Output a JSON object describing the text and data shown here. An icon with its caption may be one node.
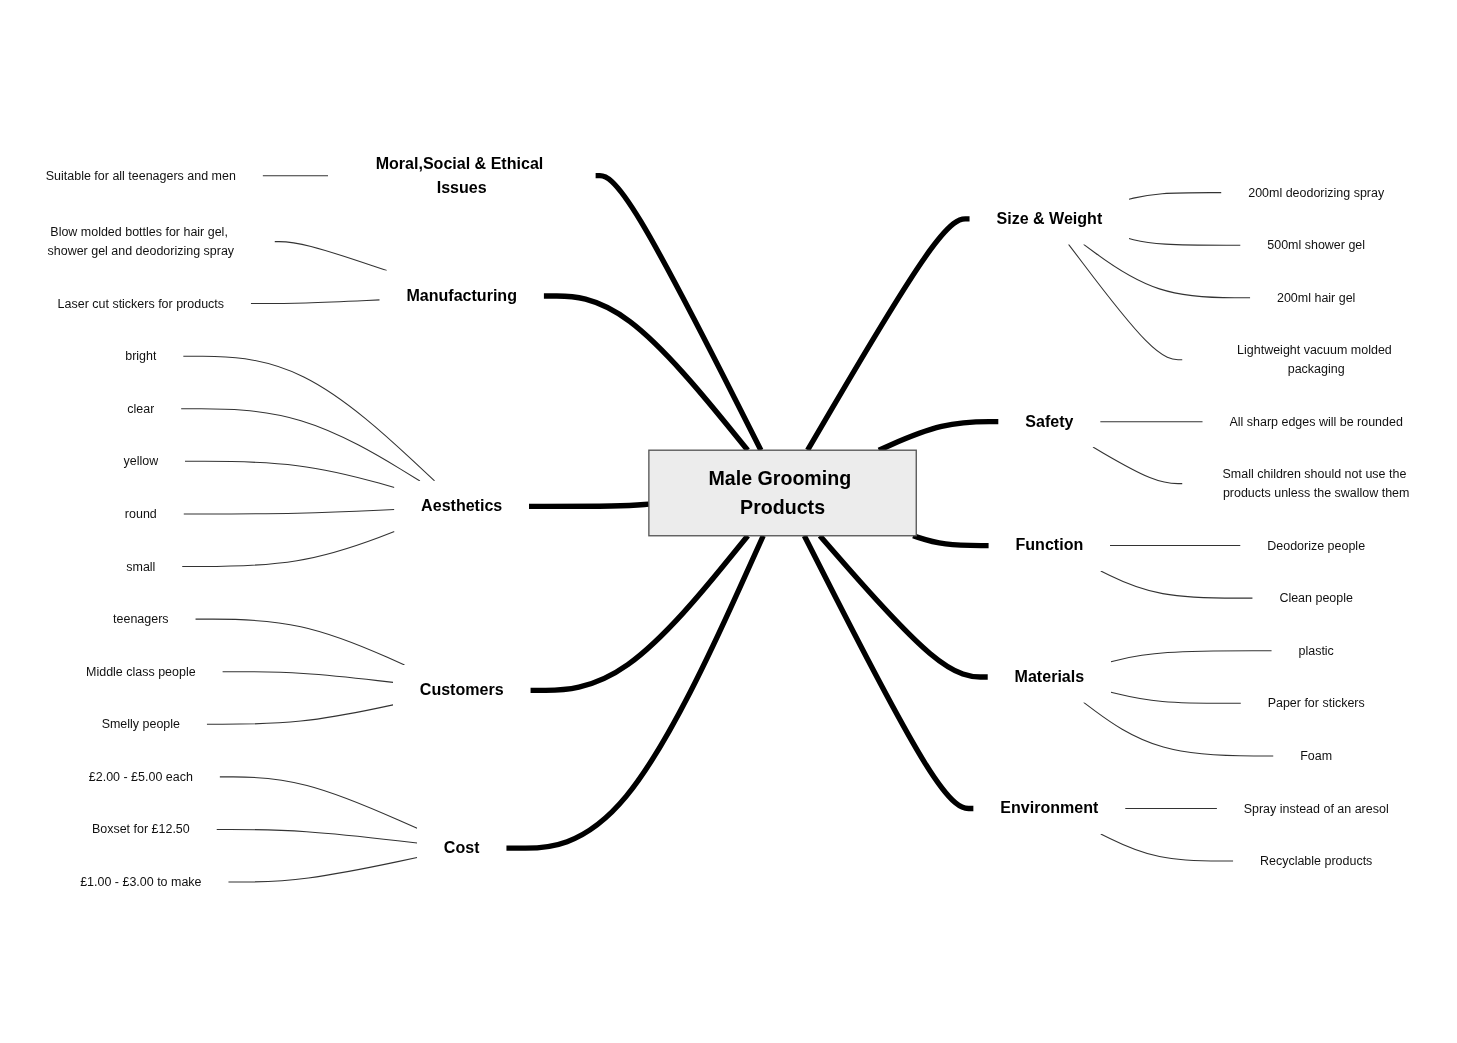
{
  "diagram": {
    "nodes": [
      {
        "text": [
          "Male Grooming Products"
        ]
      },
      {
        "text": [
          "Moral,Social & Ethical Issues"
        ]
      },
      {
        "text": [
          "Suitable for all teenagers and men"
        ]
      },
      {
        "text": [
          "Manufacturing"
        ]
      },
      {
        "text": [
          "Blow molded bottles for hair gel, shower gel and deodorizing spray"
        ]
      },
      {
        "text": [
          "Laser cut stickers for products"
        ]
      },
      {
        "text": [
          "Aesthetics"
        ]
      },
      {
        "text": [
          "bright"
        ]
      },
      {
        "text": [
          "clear"
        ]
      },
      {
        "text": [
          "yellow"
        ]
      },
      {
        "text": [
          "round"
        ]
      },
      {
        "text": [
          "small"
        ]
      },
      {
        "text": [
          "Customers"
        ]
      },
      {
        "text": [
          "teenagers"
        ]
      },
      {
        "text": [
          "Middle class people"
        ]
      },
      {
        "text": [
          "Smelly people"
        ]
      },
      {
        "text": [
          "Cost"
        ]
      },
      {
        "text": [
          "£2.00 - £5.00 each"
        ]
      },
      {
        "text": [
          "Boxset for £12.50"
        ]
      },
      {
        "text": [
          "£1.00 - £3.00 to make"
        ]
      },
      {
        "text": [
          "Size & Weight"
        ]
      },
      {
        "text": [
          "200ml deodorizing spray"
        ]
      },
      {
        "text": [
          "500ml shower gel"
        ]
      },
      {
        "text": [
          "200ml hair gel"
        ]
      },
      {
        "text": [
          "Lightweight vacuum molded packaging"
        ]
      },
      {
        "text": [
          "Safety"
        ]
      },
      {
        "text": [
          "All sharp edges will be rounded"
        ]
      },
      {
        "text": [
          "Small children should not use the products unless the swallow them"
        ]
      },
      {
        "text": [
          "Function"
        ]
      },
      {
        "text": [
          "Deodorize people"
        ]
      },
      {
        "text": [
          "Clean people"
        ]
      },
      {
        "text": [
          "Materials"
        ]
      },
      {
        "text": [
          "plastic"
        ]
      },
      {
        "text": [
          "Paper for stickers"
        ]
      },
      {
        "text": [
          "Foam"
        ]
      },
      {
        "text": [
          "Environment"
        ]
      },
      {
        "text": [
          "Spray instead of an aresol"
        ]
      },
      {
        "text": [
          "Recyclable products"
        ]
      }
    ],
    "edges": [
      {
        "from": 1,
        "to": 0,
        "arrow": "none",
        "style": "thick"
      },
      {
        "from": 2,
        "to": 1,
        "arrow": "none"
      },
      {
        "from": 3,
        "to": 0,
        "arrow": "none",
        "style": "thick"
      },
      {
        "from": 4,
        "to": 3,
        "arrow": "none"
      },
      {
        "from": 5,
        "to": 3,
        "arrow": "none"
      },
      {
        "from": 6,
        "to": 0,
        "arrow": "none",
        "style": "thick"
      },
      {
        "from": 7,
        "to": 6,
        "arrow": "none"
      },
      {
        "from": 8,
        "to": 6,
        "arrow": "none"
      },
      {
        "from": 9,
        "to": 6,
        "arrow": "none"
      },
      {
        "from": 10,
        "to": 6,
        "arrow": "none"
      },
      {
        "from": 11,
        "to": 6,
        "arrow": "none"
      },
      {
        "from": 12,
        "to": 0,
        "arrow": "none",
        "style": "thick"
      },
      {
        "from": 13,
        "to": 12,
        "arrow": "none"
      },
      {
        "from": 14,
        "to": 12,
        "arrow": "none"
      },
      {
        "from": 15,
        "to": 12,
        "arrow": "none"
      },
      {
        "from": 16,
        "to": 0,
        "arrow": "none",
        "style": "thick"
      },
      {
        "from": 17,
        "to": 16,
        "arrow": "none"
      },
      {
        "from": 18,
        "to": 16,
        "arrow": "none"
      },
      {
        "from": 19,
        "to": 16,
        "arrow": "none"
      },
      {
        "from": 0,
        "to": 20,
        "arrow": "none",
        "style": "thick"
      },
      {
        "from": 20,
        "to": 21,
        "arrow": "none"
      },
      {
        "from": 20,
        "to": 22,
        "arrow": "none"
      },
      {
        "from": 20,
        "to": 23,
        "arrow": "none"
      },
      {
        "from": 20,
        "to": 24,
        "arrow": "none"
      },
      {
        "from": 0,
        "to": 25,
        "arrow": "none",
        "style": "thick"
      },
      {
        "from": 25,
        "to": 26,
        "arrow": "none"
      },
      {
        "from": 25,
        "to": 27,
        "arrow": "none"
      },
      {
        "from": 0,
        "to": 28,
        "arrow": "none",
        "style": "thick"
      },
      {
        "from": 28,
        "to": 29,
        "arrow": "none"
      },
      {
        "from": 28,
        "to": 30,
        "arrow": "none"
      },
      {
        "from": 0,
        "to": 31,
        "arrow": "none",
        "style": "thick"
      },
      {
        "from": 31,
        "to": 32,
        "arrow": "none"
      },
      {
        "from": 31,
        "to": 33,
        "arrow": "none"
      },
      {
        "from": 31,
        "to": 34,
        "arrow": "none"
      },
      {
        "from": 0,
        "to": 35,
        "arrow": "none",
        "style": "thick"
      },
      {
        "from": 35,
        "to": 36,
        "arrow": "none"
      },
      {
        "from": 35,
        "to": 37,
        "arrow": "none"
      }
    ]
  }
}
